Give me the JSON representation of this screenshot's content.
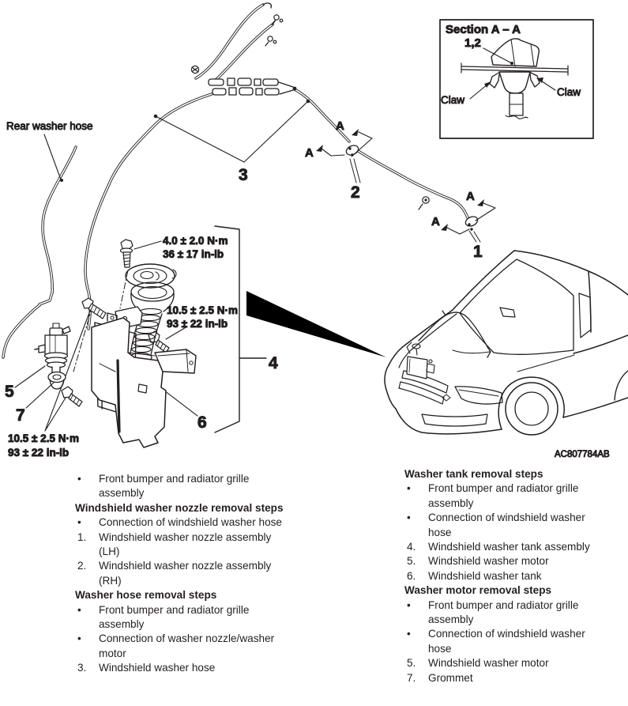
{
  "colors": {
    "line": "#231f20",
    "background": "#ffffff",
    "arrow_fill": "#000000"
  },
  "figure": {
    "code": "AC807784AB",
    "labels": {
      "rear_washer_hose": "Rear washer hose",
      "section_title": "Section A – A",
      "section_part": "1,2",
      "claw_left": "Claw",
      "claw_right": "Claw",
      "view_marker": "A"
    },
    "callouts": [
      "1",
      "2",
      "3",
      "4",
      "5",
      "6",
      "7"
    ],
    "torque_specs": [
      {
        "metric": "4.0 ± 2.0 N·m",
        "imperial": "36 ± 17 in-lb"
      },
      {
        "metric": "10.5 ± 2.5 N·m",
        "imperial": "93 ± 22 in-lb"
      },
      {
        "metric": "10.5 ± 2.5 N·m",
        "imperial": "93 ± 22 in-lb"
      }
    ]
  },
  "lists": {
    "left": {
      "items": [
        {
          "type": "bullet",
          "marker": "•",
          "text": "Front bumper and radiator grille assembly"
        },
        {
          "type": "heading",
          "text": "Windshield washer nozzle removal steps"
        },
        {
          "type": "bullet",
          "marker": "•",
          "text": "Connection of windshield washer hose"
        },
        {
          "type": "step",
          "marker": "1.",
          "text": "Windshield washer nozzle assembly (LH)"
        },
        {
          "type": "step",
          "marker": "2.",
          "text": "Windshield washer nozzle assembly (RH)"
        },
        {
          "type": "heading",
          "text": "Washer hose removal steps"
        },
        {
          "type": "bullet",
          "marker": "•",
          "text": "Front bumper and radiator grille assembly"
        },
        {
          "type": "bullet",
          "marker": "•",
          "text": "Connection of washer nozzle/washer motor"
        },
        {
          "type": "step",
          "marker": "3.",
          "text": "Windshield washer hose"
        }
      ]
    },
    "right": {
      "items": [
        {
          "type": "heading",
          "text": "Washer tank removal steps"
        },
        {
          "type": "bullet",
          "marker": "•",
          "text": "Front bumper and radiator grille assembly"
        },
        {
          "type": "bullet",
          "marker": "•",
          "text": "Connection of windshield washer hose"
        },
        {
          "type": "step",
          "marker": "4.",
          "text": "Windshield washer tank assembly"
        },
        {
          "type": "step",
          "marker": "5.",
          "text": "Windshield washer motor"
        },
        {
          "type": "step",
          "marker": "6.",
          "text": "Windshield washer tank"
        },
        {
          "type": "heading",
          "text": "Washer motor removal steps"
        },
        {
          "type": "bullet",
          "marker": "•",
          "text": "Front bumper and radiator grille assembly"
        },
        {
          "type": "bullet",
          "marker": "•",
          "text": "Connection of windshield washer hose"
        },
        {
          "type": "step",
          "marker": "5.",
          "text": "Windshield washer motor"
        },
        {
          "type": "step",
          "marker": "7.",
          "text": "Grommet"
        }
      ]
    }
  }
}
